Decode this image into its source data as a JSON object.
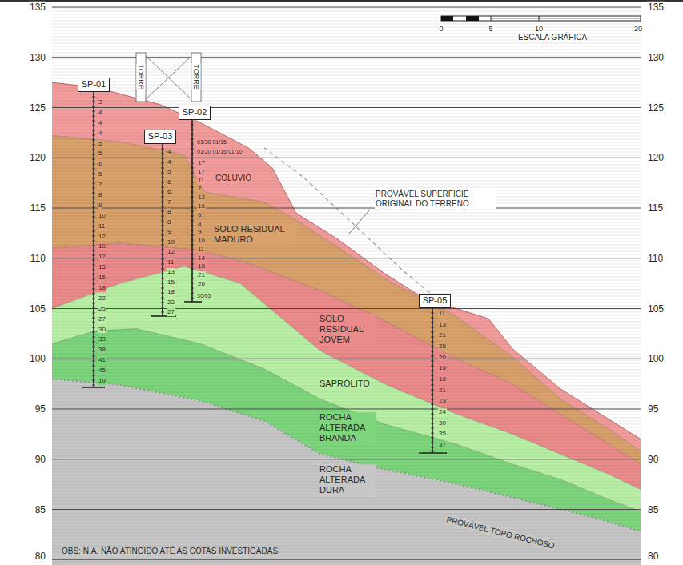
{
  "diagram": {
    "nodes": [
      {
        "text": [
          "SP-01"
        ]
      },
      {
        "text": [
          "SP-03"
        ]
      },
      {
        "text": [
          "SP-02"
        ]
      },
      {
        "text": [
          "SP-05"
        ]
      }
    ],
    "labels": [
      "135",
      "130",
      "125",
      "120",
      "115",
      "110",
      "105",
      "100",
      "95",
      "90",
      "85",
      "80",
      "135",
      "130",
      "125",
      "120",
      "115",
      "110",
      "105",
      "100",
      "95",
      "90",
      "85",
      "80",
      "TORRE",
      "TORRE",
      "0",
      "5",
      "10",
      "20",
      "ESCALA GRÁFICA",
      "COLUVIO",
      "SOLO RESIDUAL MADURO",
      "PROVÁVEL SUPERFICIE ORIGINAL DO TERRENO",
      "SOLO RESIDUAL JOVEM",
      "SAPRÓLITO",
      "ROCHA ALTERADA BRANDA",
      "ROCHA ALTERADA DURA",
      "PROVÁVEL TOPO ROCHOSO",
      "OBS: N.A. NÃO ATINGIDO ATÉ AS COTAS INVESTIGADAS",
      "01/30 01/15",
      "01/20 01/15 01/10",
      "30/05",
      "3",
      "4",
      "4",
      "4",
      "5",
      "5",
      "6",
      "5",
      "7",
      "8",
      "9",
      "10",
      "11",
      "12",
      "10",
      "12",
      "15",
      "16",
      "18",
      "22",
      "25",
      "27",
      "30",
      "33",
      "38",
      "41",
      "45",
      "19",
      "4",
      "4",
      "5",
      "6",
      "6",
      "7",
      "8",
      "8",
      "9",
      "10",
      "12",
      "11",
      "13",
      "15",
      "18",
      "22",
      "27",
      "17",
      "17",
      "11",
      "7",
      "12",
      "16",
      "6",
      "8",
      "9",
      "10",
      "11",
      "14",
      "18",
      "21",
      "26",
      "11",
      "13",
      "21",
      "25",
      "20",
      "16",
      "18",
      "21",
      "23",
      "24",
      "30",
      "35",
      "37"
    ]
  }
}
